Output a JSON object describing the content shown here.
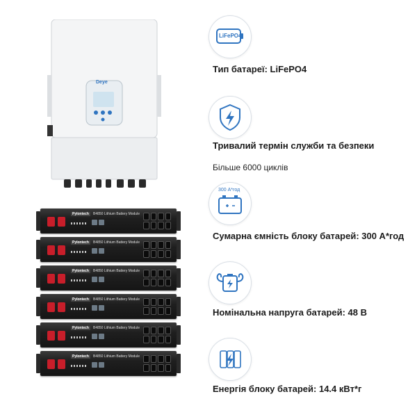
{
  "inverter": {
    "logo": "Deye"
  },
  "battery": {
    "brand": "Pylontech",
    "model": "B4850 Lithium Battery Module"
  },
  "features": [
    {
      "badge": "LiFePO4",
      "title": "Тип батареї: LiFePO4",
      "subtitle": ""
    },
    {
      "title": "Тривалий термін служби та безпеки",
      "subtitle": "Більше 6000 циклів"
    },
    {
      "badge": "300 А*год",
      "title": "Сумарна ємність блоку батарей: 300 А*год",
      "subtitle": ""
    },
    {
      "title": "Номінальна напруга батарей: 48 В",
      "subtitle": ""
    },
    {
      "title": "Енергія блоку батарей: 14.4 кВт*г",
      "subtitle": ""
    }
  ],
  "colors": {
    "accent": "#2f74c0",
    "terminal": "#c81e2a"
  },
  "icons": [
    "battery-icon",
    "shield-bolt-icon",
    "battery-capacity-icon",
    "battery-muscle-icon",
    "battery-energy-icon"
  ]
}
